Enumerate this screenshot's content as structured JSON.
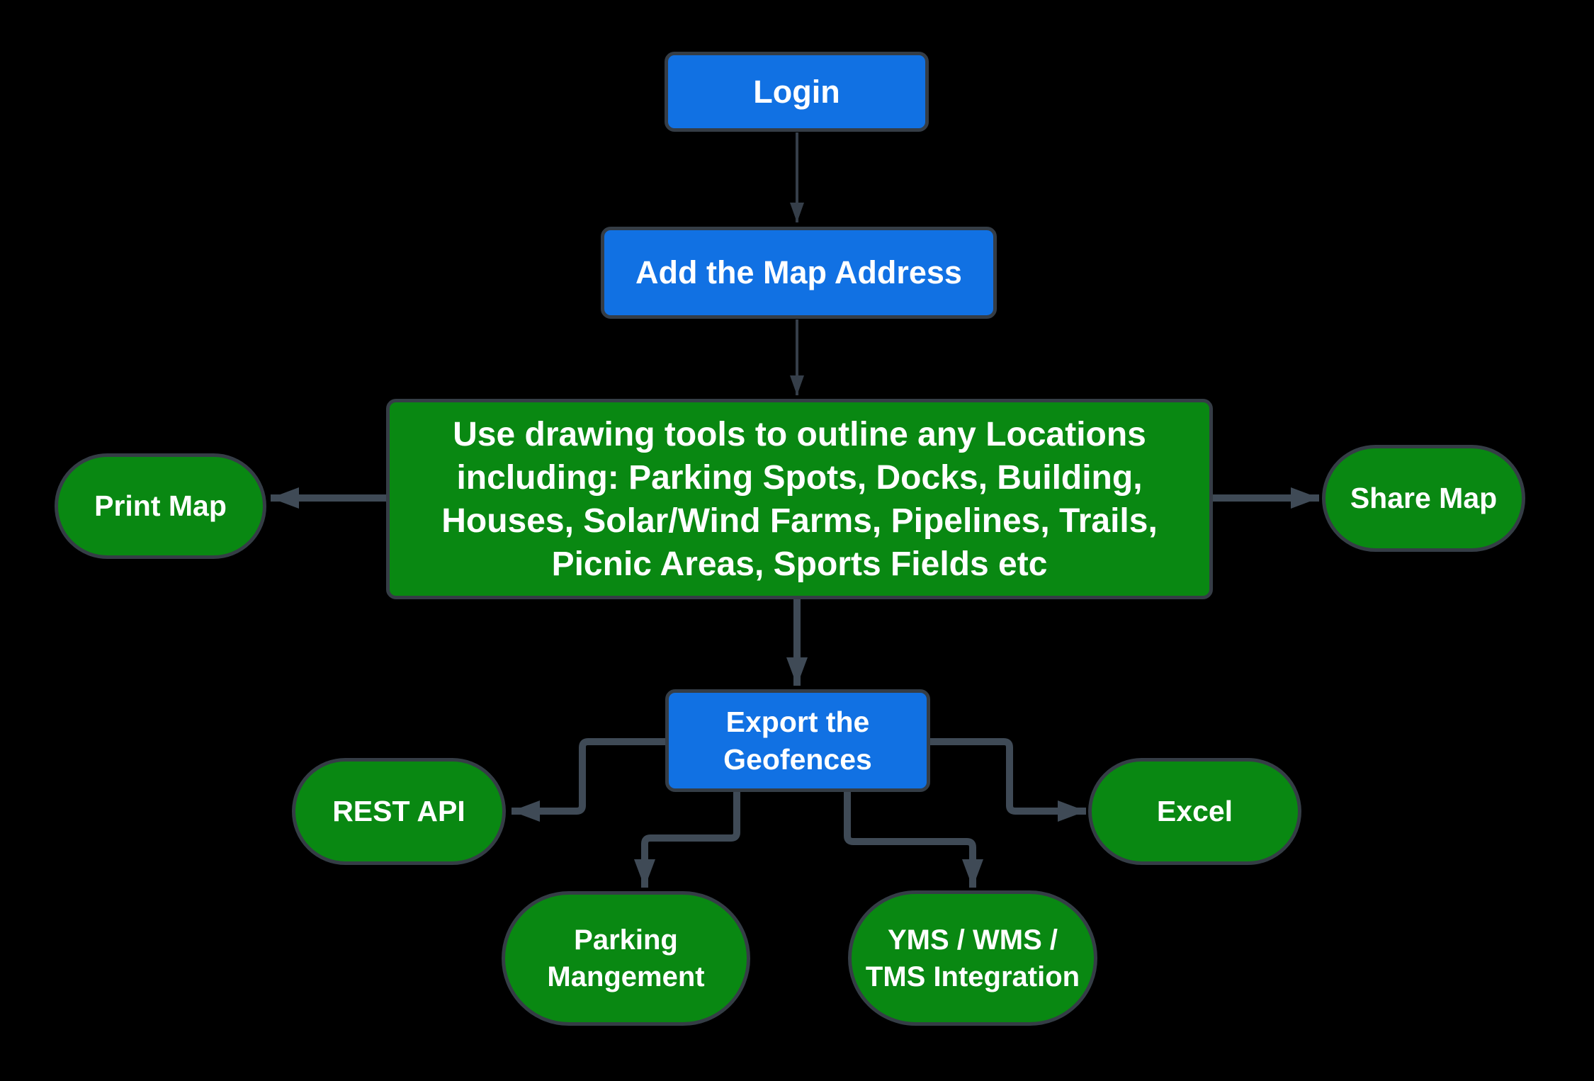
{
  "colors": {
    "background": "#000000",
    "blue_fill": "#1171E3",
    "green_fill": "#098812",
    "connector": "#3F4A56",
    "node_border": "#353D46",
    "text": "#FFFFFF"
  },
  "nodes": {
    "login": {
      "label": "Login",
      "shape": "rectangle",
      "color": "blue"
    },
    "add_map_address": {
      "label": "Add the Map Address",
      "shape": "rectangle",
      "color": "blue"
    },
    "drawing_tools": {
      "lines": [
        "Use drawing tools to outline any Locations",
        "including: Parking Spots, Docks, Building,",
        "Houses, Solar/Wind Farms, Pipelines, Trails,",
        "Picnic Areas, Sports Fields etc"
      ],
      "shape": "rectangle",
      "color": "green"
    },
    "print_map": {
      "label": "Print Map",
      "shape": "pill",
      "color": "green"
    },
    "share_map": {
      "label": "Share Map",
      "shape": "pill",
      "color": "green"
    },
    "export_geofences": {
      "lines": [
        "Export the",
        "Geofences"
      ],
      "shape": "rectangle",
      "color": "blue"
    },
    "rest_api": {
      "label": "REST API",
      "shape": "pill",
      "color": "green"
    },
    "parking_management": {
      "lines": [
        "Parking",
        "Mangement"
      ],
      "shape": "pill",
      "color": "green"
    },
    "yms_wms_tms": {
      "lines": [
        "YMS / WMS /",
        "TMS Integration"
      ],
      "shape": "pill",
      "color": "green"
    },
    "excel": {
      "label": "Excel",
      "shape": "pill",
      "color": "green"
    }
  },
  "edges": [
    {
      "from": "login",
      "to": "add_map_address"
    },
    {
      "from": "add_map_address",
      "to": "drawing_tools"
    },
    {
      "from": "drawing_tools",
      "to": "print_map"
    },
    {
      "from": "drawing_tools",
      "to": "share_map"
    },
    {
      "from": "drawing_tools",
      "to": "export_geofences"
    },
    {
      "from": "export_geofences",
      "to": "rest_api"
    },
    {
      "from": "export_geofences",
      "to": "parking_management"
    },
    {
      "from": "export_geofences",
      "to": "yms_wms_tms"
    },
    {
      "from": "export_geofences",
      "to": "excel"
    }
  ]
}
